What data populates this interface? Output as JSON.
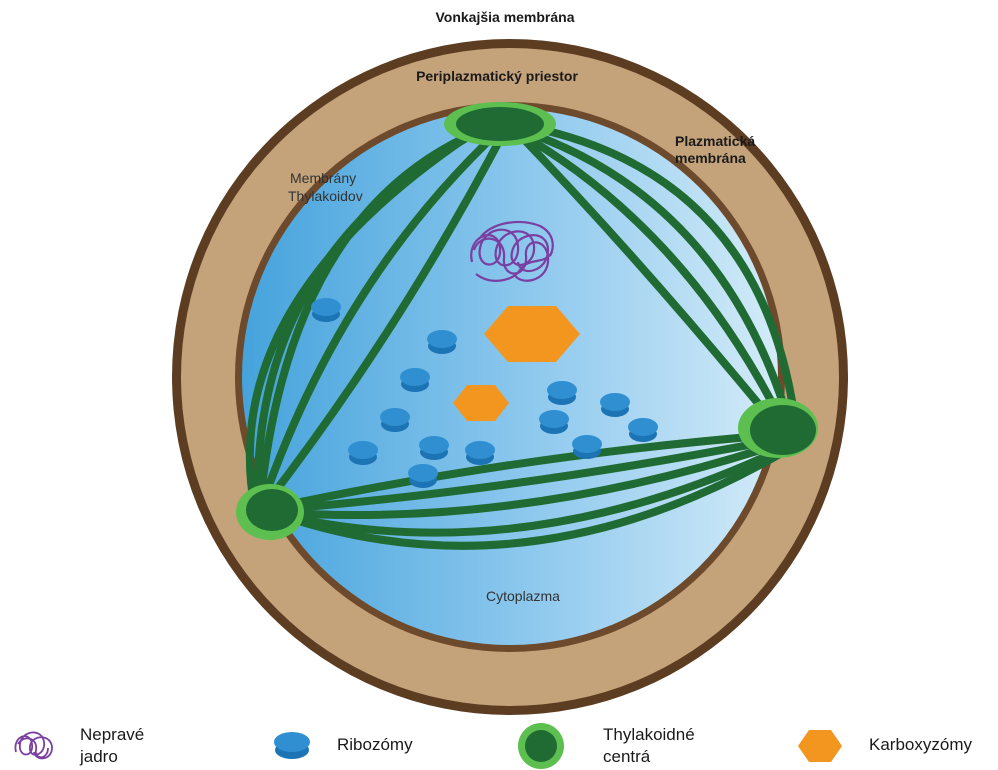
{
  "labels": {
    "outer_membrane": "Vonkajšia membrána",
    "periplasmic_space": "Periplazmatický priestor",
    "plasma_membrane_line1": "Plazmatická",
    "plasma_membrane_line2": "membrána",
    "thylakoid_membranes_line1": "Membrány",
    "thylakoid_membranes_line2": "Thylakoidov",
    "cytoplasm": "Cytoplazma"
  },
  "legend": [
    {
      "icon": "nucleoid-icon",
      "line1": "Nepravé",
      "line2": "jadro"
    },
    {
      "icon": "ribosome-icon",
      "line1": "Ribozómy",
      "line2": ""
    },
    {
      "icon": "thylakoid-center-icon",
      "line1": "Thylakoidné",
      "line2": "centrá"
    },
    {
      "icon": "carboxysome-icon",
      "line1": "Karboxyzómy",
      "line2": ""
    }
  ],
  "colors": {
    "outer_ring": "#5c3d22",
    "periplasm": "#c4a27a",
    "plasma_membrane": "#6e4a2c",
    "cytoplasm_dark": "#4aa6de",
    "cytoplasm_light": "#c9e6f7",
    "thylakoid": "#1f6b33",
    "thylakoid_halo": "#5cbf4f",
    "ribosome": "#2f8fd1",
    "carboxysome": "#f2961f",
    "nucleoid": "#7a3fa0"
  }
}
